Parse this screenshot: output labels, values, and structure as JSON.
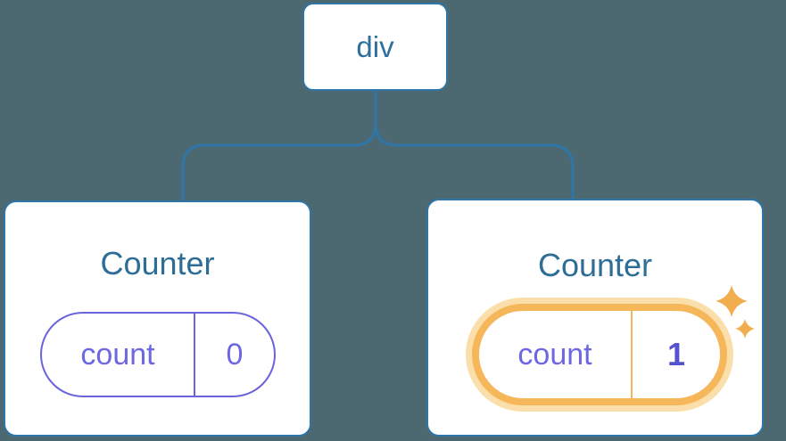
{
  "diagram": {
    "background_color": "#4c6871",
    "root": {
      "label": "div"
    },
    "children": [
      {
        "title": "Counter",
        "state": {
          "key": "count",
          "value": "0"
        },
        "highlighted": false
      },
      {
        "title": "Counter",
        "state": {
          "key": "count",
          "value": "1"
        },
        "highlighted": true
      }
    ],
    "icons": {
      "sparkles": "sparkles-icon"
    },
    "colors": {
      "background": "#4c6871",
      "node_fill": "#ffffff",
      "node_border": "#2e76a8",
      "node_text": "#2e6f9c",
      "title_text": "#2e6d96",
      "connector": "#2e76a8",
      "state_border": "#6b63dc",
      "state_text": "#6e67e3",
      "state_value_updated": "#5552cf",
      "highlight_ring": "#f6b75a",
      "highlight_halo": "#fbdfab",
      "sparkle": "#f2ae4d"
    }
  }
}
